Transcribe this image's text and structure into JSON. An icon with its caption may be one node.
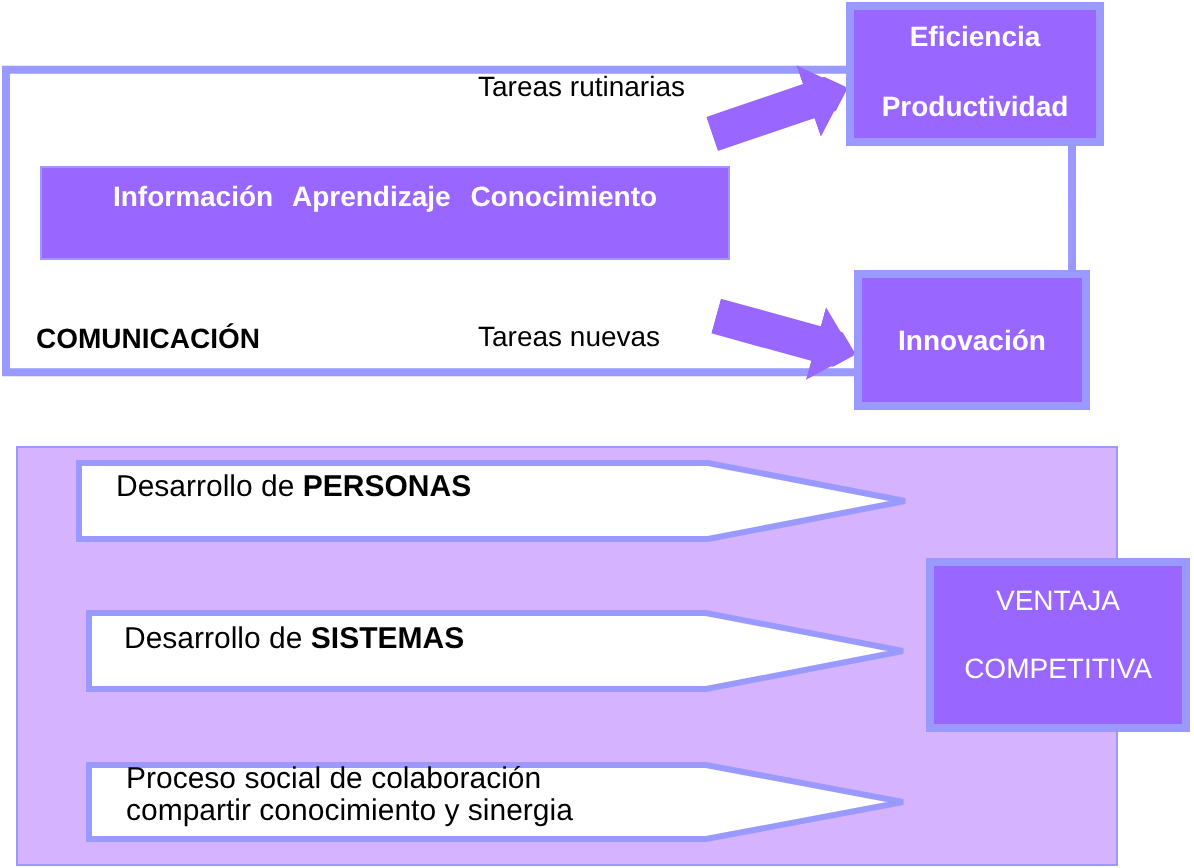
{
  "diagram": {
    "nodes": [
      {
        "text": [
          "Eficiencia",
          "Productividad"
        ]
      },
      {
        "text": [
          "Información Aprendizaje Conocimiento"
        ]
      },
      {
        "text": [
          "Innovación"
        ]
      },
      {
        "text": [],
        "shape": "box"
      },
      {
        "text": [
          "Desarrollo de **PERSONAS**"
        ],
        "in": 3
      },
      {
        "text": [
          "Desarrollo de **SISTEMAS**"
        ],
        "in": 3
      },
      {
        "text": [
          "Proceso social de colaboración compartir conocimiento y sinergia"
        ],
        "in": 3
      },
      {
        "text": [
          "VENTAJA COMPETITIVA"
        ]
      }
    ],
    "edges": [
      {
        "from": 0,
        "to": 2,
        "arrow": "none"
      },
      {
        "from": 0,
        "to": 2,
        "arrow": "none"
      },
      {
        "from": null,
        "to": 0,
        "arrow": "to",
        "style": "thick",
        "color": "#9966ff"
      },
      {
        "from": null,
        "to": 2,
        "arrow": "to",
        "style": "thick",
        "color": "#9966ff"
      }
    ],
    "labels": [
      "Tareas rutinarias",
      "COMUNICACIÓN",
      "Tareas nuevas"
    ]
  }
}
